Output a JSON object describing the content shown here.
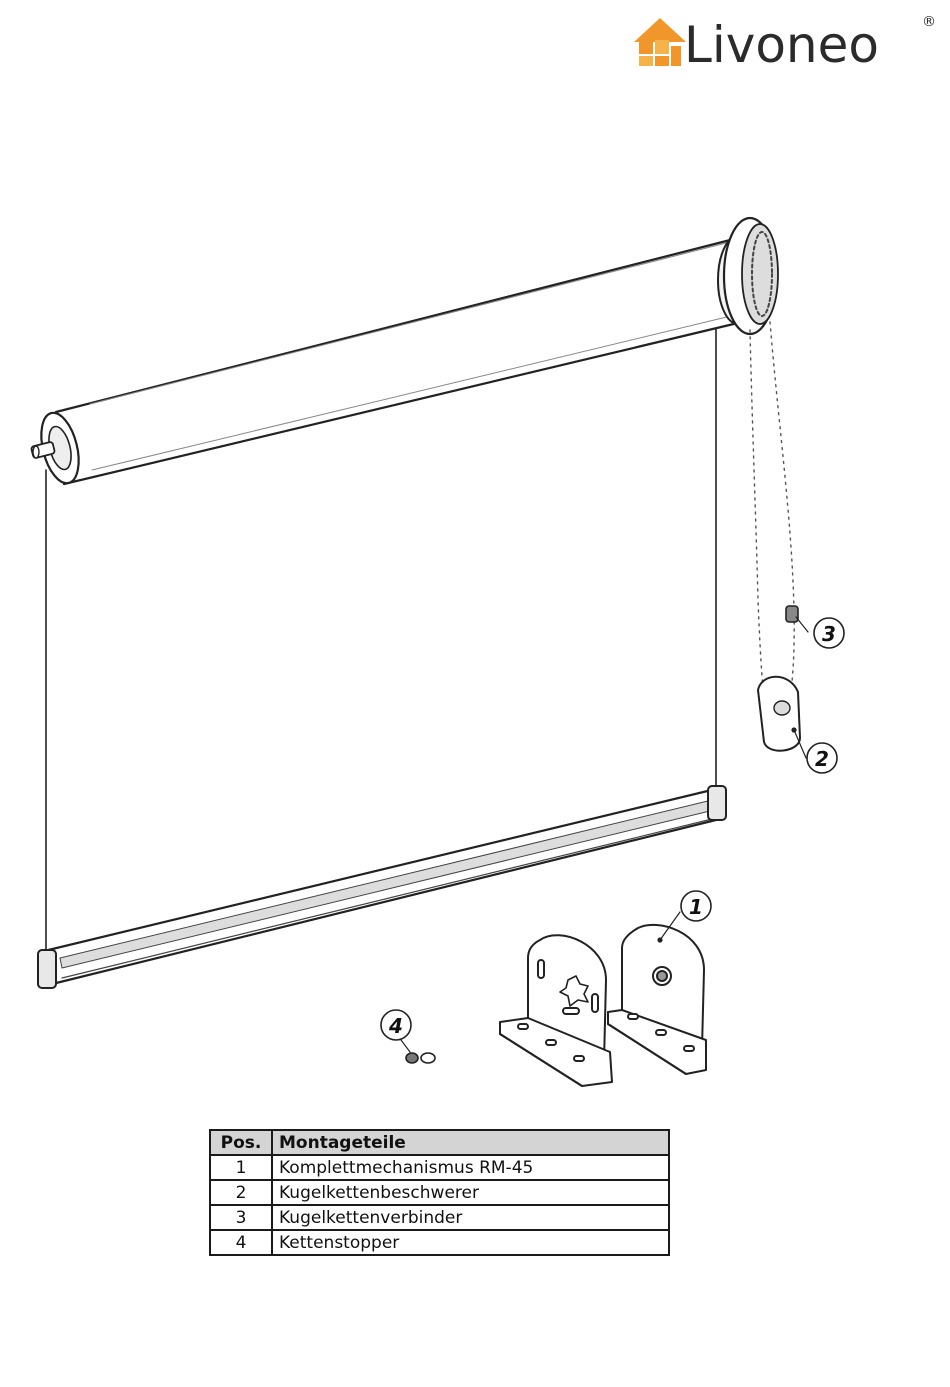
{
  "brand": {
    "name": "Livoneo",
    "registered_mark": "®",
    "colors": {
      "orange": "#f0962a",
      "text": "#2b2b2b"
    }
  },
  "callouts": [
    "1",
    "2",
    "3",
    "4"
  ],
  "table": {
    "headers": [
      "Pos.",
      "Montageteile"
    ],
    "rows": [
      {
        "pos": "1",
        "name": "Komplettmechanismus RM-45"
      },
      {
        "pos": "2",
        "name": "Kugelkettenbeschwerer"
      },
      {
        "pos": "3",
        "name": "Kugelkettenverbinder"
      },
      {
        "pos": "4",
        "name": "Kettenstopper"
      }
    ]
  }
}
